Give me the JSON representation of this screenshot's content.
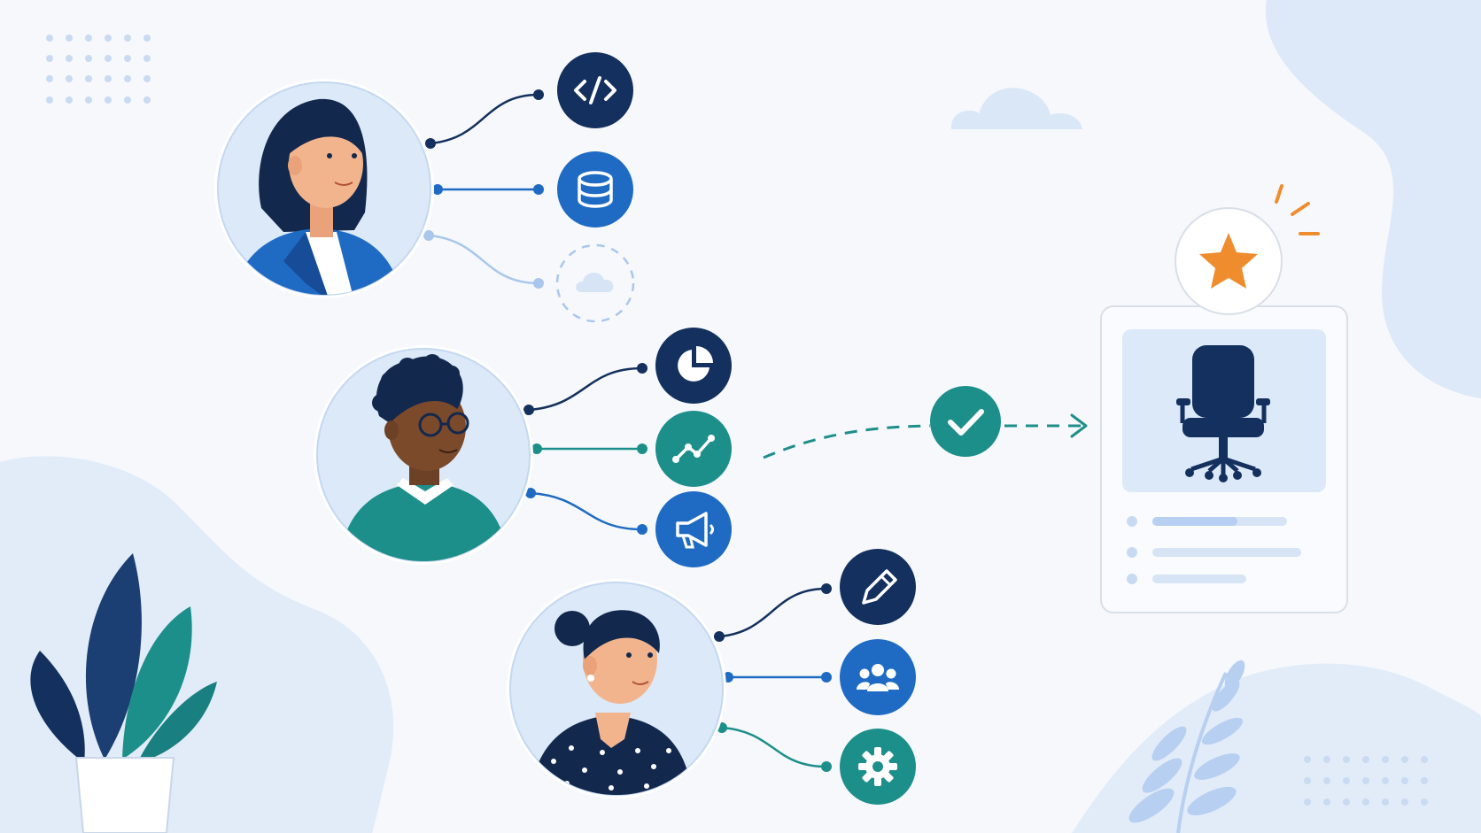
{
  "palette": {
    "background": "#f6f8fc",
    "blob": "#dde9f8",
    "navy": "#14305e",
    "blue": "#1f6bc4",
    "teal": "#1d8f8a",
    "light_blue": "#a9c7ec",
    "card_border": "#d8dfe8",
    "card_image_bg": "#dce9f9",
    "star": "#ef8d2e",
    "skin_light": "#f2b48d",
    "skin_dark": "#7a4a2b",
    "hair": "#13284d"
  },
  "people": [
    {
      "name": "person-1",
      "style": "long-hair-blazer",
      "skills": [
        {
          "icon": "code-icon",
          "color": "navy",
          "state": "connected"
        },
        {
          "icon": "database-icon",
          "color": "blue",
          "state": "connected"
        },
        {
          "icon": "cloud-icon",
          "color": "light_blue",
          "state": "pending"
        }
      ]
    },
    {
      "name": "person-2",
      "style": "curly-hair-glasses-sweater",
      "skills": [
        {
          "icon": "pie-chart-icon",
          "color": "navy",
          "state": "connected"
        },
        {
          "icon": "trend-line-icon",
          "color": "teal",
          "state": "connected"
        },
        {
          "icon": "megaphone-icon",
          "color": "blue",
          "state": "connected"
        }
      ]
    },
    {
      "name": "person-3",
      "style": "bun-hair-polka-dot-shirt",
      "skills": [
        {
          "icon": "pencil-icon",
          "color": "navy",
          "state": "connected"
        },
        {
          "icon": "team-icon",
          "color": "blue",
          "state": "connected"
        },
        {
          "icon": "gear-icon",
          "color": "teal",
          "state": "connected"
        }
      ]
    }
  ],
  "match": {
    "icon": "checkmark-icon",
    "color": "teal"
  },
  "role_card": {
    "image_icon": "office-chair-icon",
    "badge_icon": "star-icon",
    "lines": 3
  }
}
